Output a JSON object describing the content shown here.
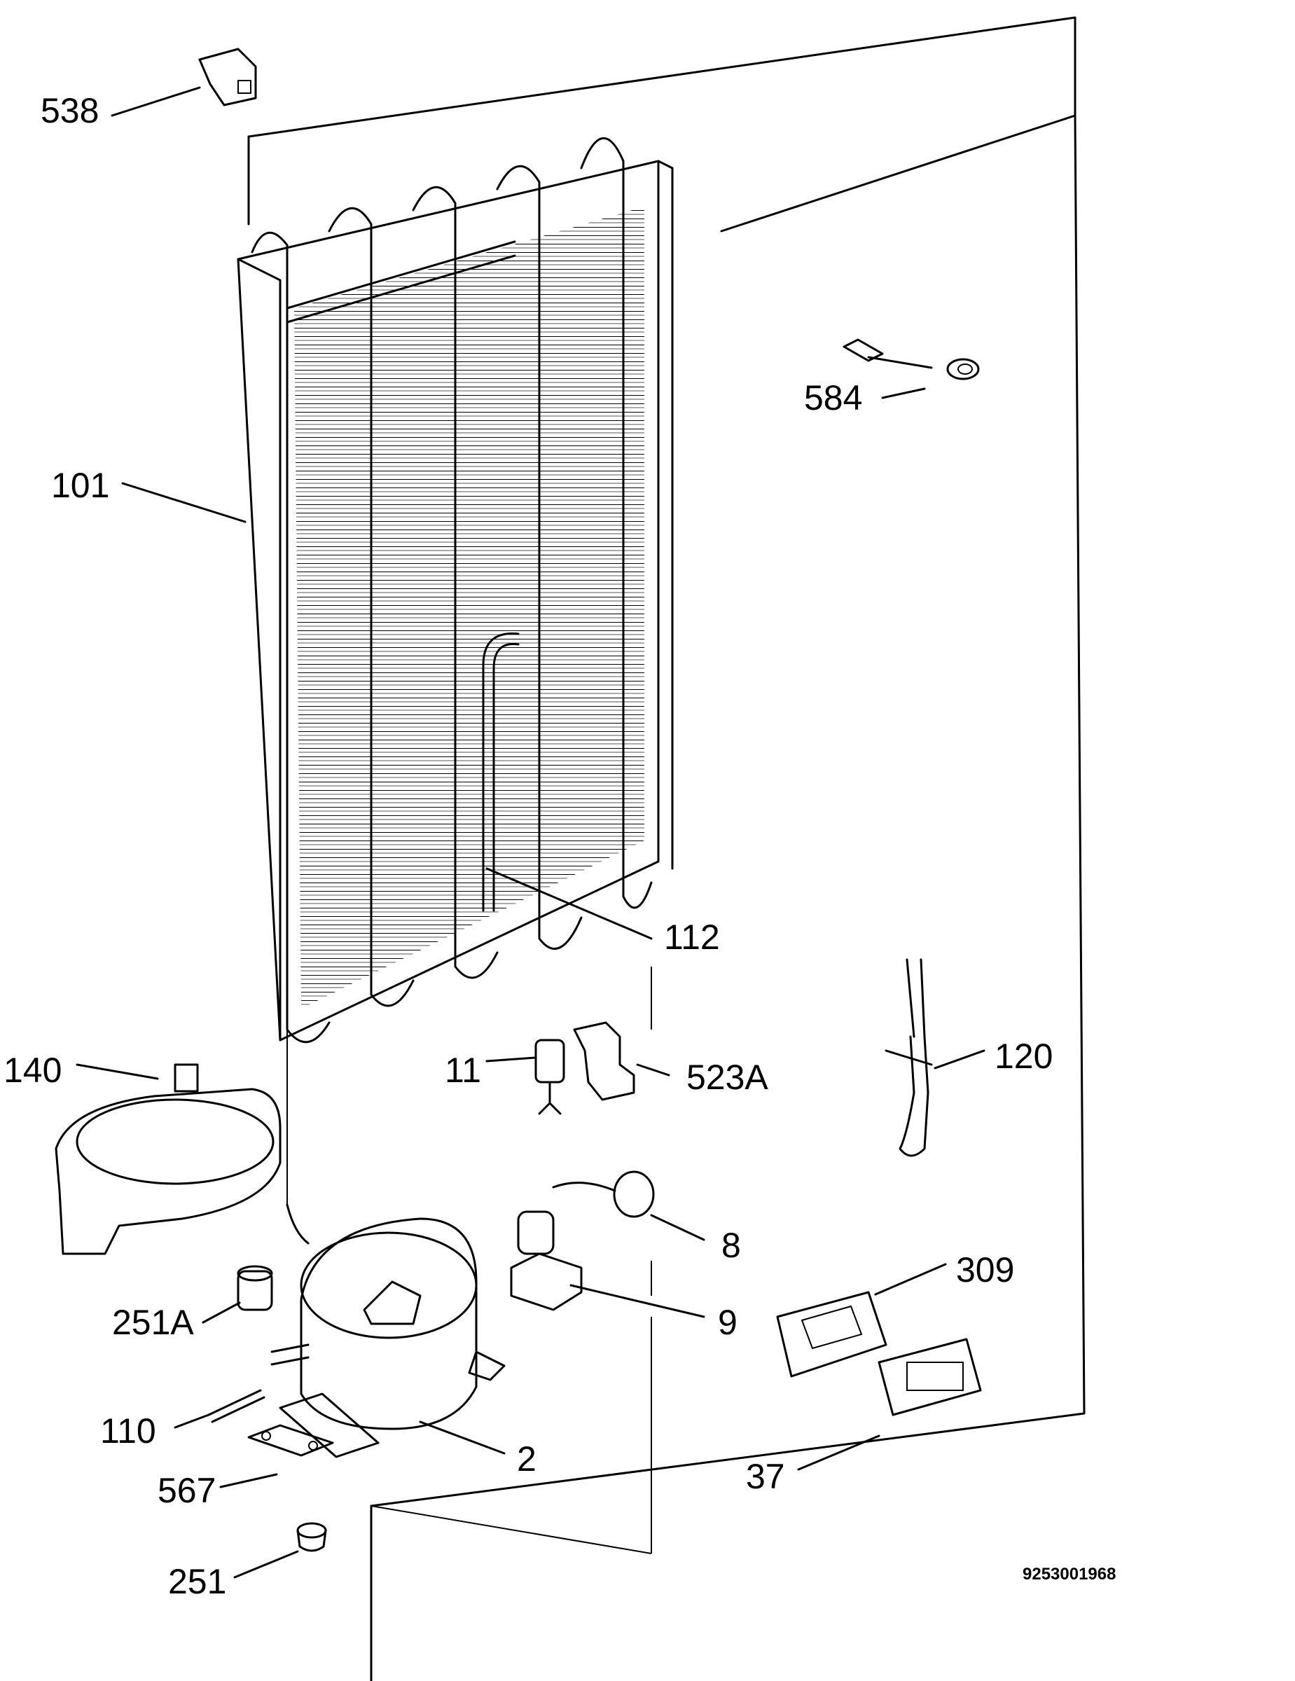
{
  "diagram_id": "9253001968",
  "callouts": [
    {
      "id": "538",
      "text": "538"
    },
    {
      "id": "584",
      "text": "584"
    },
    {
      "id": "101",
      "text": "101"
    },
    {
      "id": "112",
      "text": "112"
    },
    {
      "id": "140",
      "text": "140"
    },
    {
      "id": "11",
      "text": "11"
    },
    {
      "id": "523a",
      "text": "523A"
    },
    {
      "id": "120",
      "text": "120"
    },
    {
      "id": "8",
      "text": "8"
    },
    {
      "id": "309",
      "text": "309"
    },
    {
      "id": "251a",
      "text": "251A"
    },
    {
      "id": "9",
      "text": "9"
    },
    {
      "id": "110",
      "text": "110"
    },
    {
      "id": "2",
      "text": "2"
    },
    {
      "id": "567",
      "text": "567"
    },
    {
      "id": "37",
      "text": "37"
    },
    {
      "id": "251",
      "text": "251"
    }
  ]
}
